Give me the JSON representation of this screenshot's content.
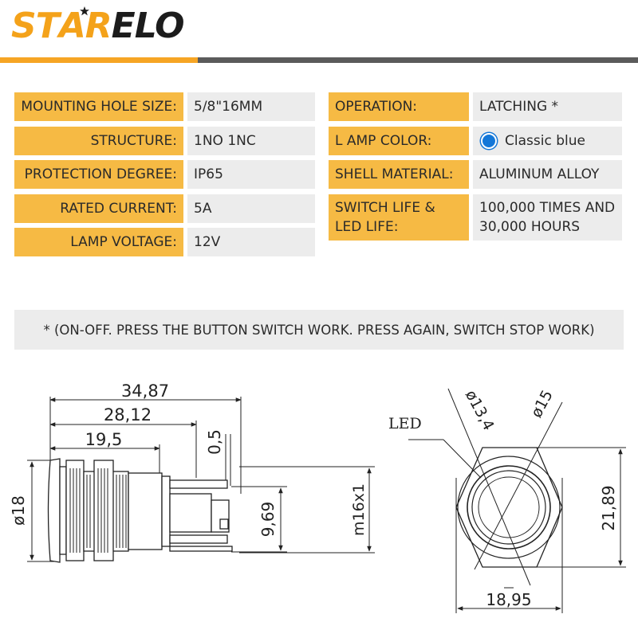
{
  "brand": {
    "part1": "ST",
    "part2": "AR",
    "part3": "ELO",
    "accent": "#f6a524"
  },
  "specs_left": [
    {
      "key": "MOUNTING HOLE SIZE:",
      "value": "5/8\"16MM"
    },
    {
      "key": "STRUCTURE:",
      "value": "1NO 1NC"
    },
    {
      "key": "PROTECTION DEGREE:",
      "value": "IP65"
    },
    {
      "key": "RATED CURRENT:",
      "value": "5A"
    },
    {
      "key": "LAMP VOLTAGE:",
      "value": "12V"
    }
  ],
  "specs_right": [
    {
      "key": "OPERATION:",
      "value": "LATCHING *"
    },
    {
      "key": "L AMP COLOR:",
      "value": "Classic blue",
      "color": "#1477d8"
    },
    {
      "key": "SHELL MATERIAL:",
      "value": "ALUMINUM ALLOY"
    },
    {
      "key_line1": "SWITCH LIFE &",
      "key_line2": "LED LIFE:",
      "value_line1": "100,000 TIMES AND",
      "value_line2": "30,000 HOURS"
    }
  ],
  "note": "* (ON-OFF. PRESS THE BUTTON SWITCH WORK. PRESS AGAIN, SWITCH STOP WORK)",
  "side_drawing": {
    "dim_total": "34,87",
    "dim_body": "28,12",
    "dim_head": "19,5",
    "dim_gap": "0,5",
    "dim_diameter": "ø18",
    "dim_terminal": "9,69",
    "dim_thread": "m16x1"
  },
  "front_drawing": {
    "led_label": "LED",
    "dim_inner": "ø13,4",
    "dim_outer": "ø15",
    "dim_height": "21,89",
    "dim_width": "18,95"
  }
}
